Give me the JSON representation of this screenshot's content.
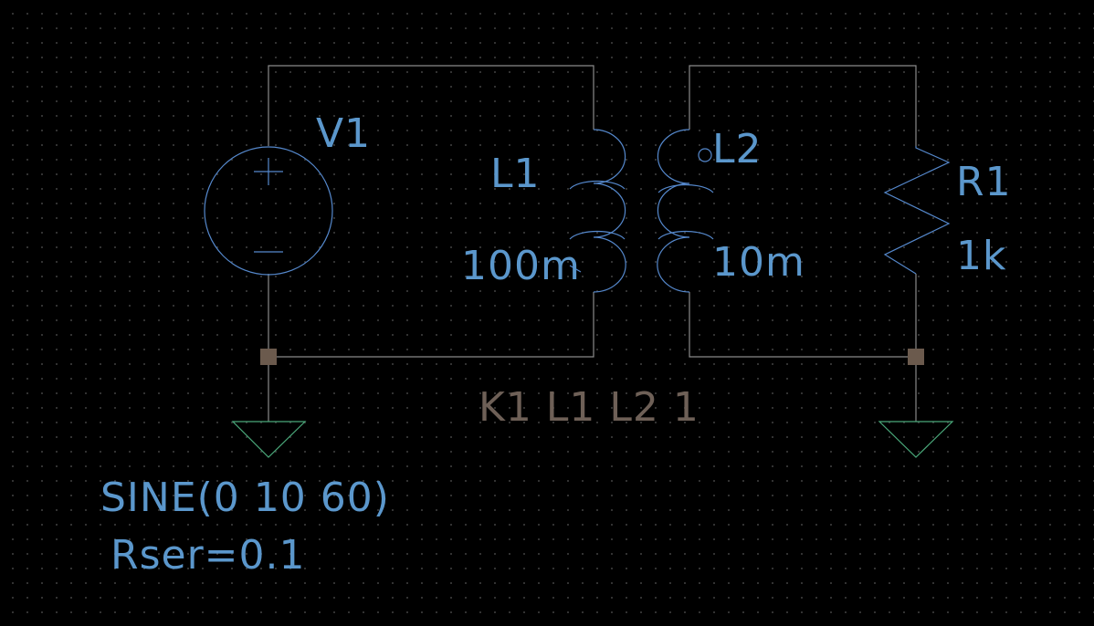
{
  "components": {
    "v1": {
      "name": "V1",
      "value": "SINE(0 10 60)",
      "rser": "Rser=0.1",
      "plus": "+",
      "minus": "−"
    },
    "l1": {
      "name": "L1",
      "value": "100m"
    },
    "l2": {
      "name": "L2",
      "value": "10m"
    },
    "r1": {
      "name": "R1",
      "value": "1k"
    }
  },
  "directive": "K1 L1 L2 1",
  "colors": {
    "background": "#000000",
    "grid_dot": "#3a3a3a",
    "wire": "#8a8a8a",
    "component": "#5588cc",
    "label": "#5b97cc",
    "ground": "#4aa87a",
    "directive": "#6e6057",
    "junction": "#6b5a4d"
  }
}
